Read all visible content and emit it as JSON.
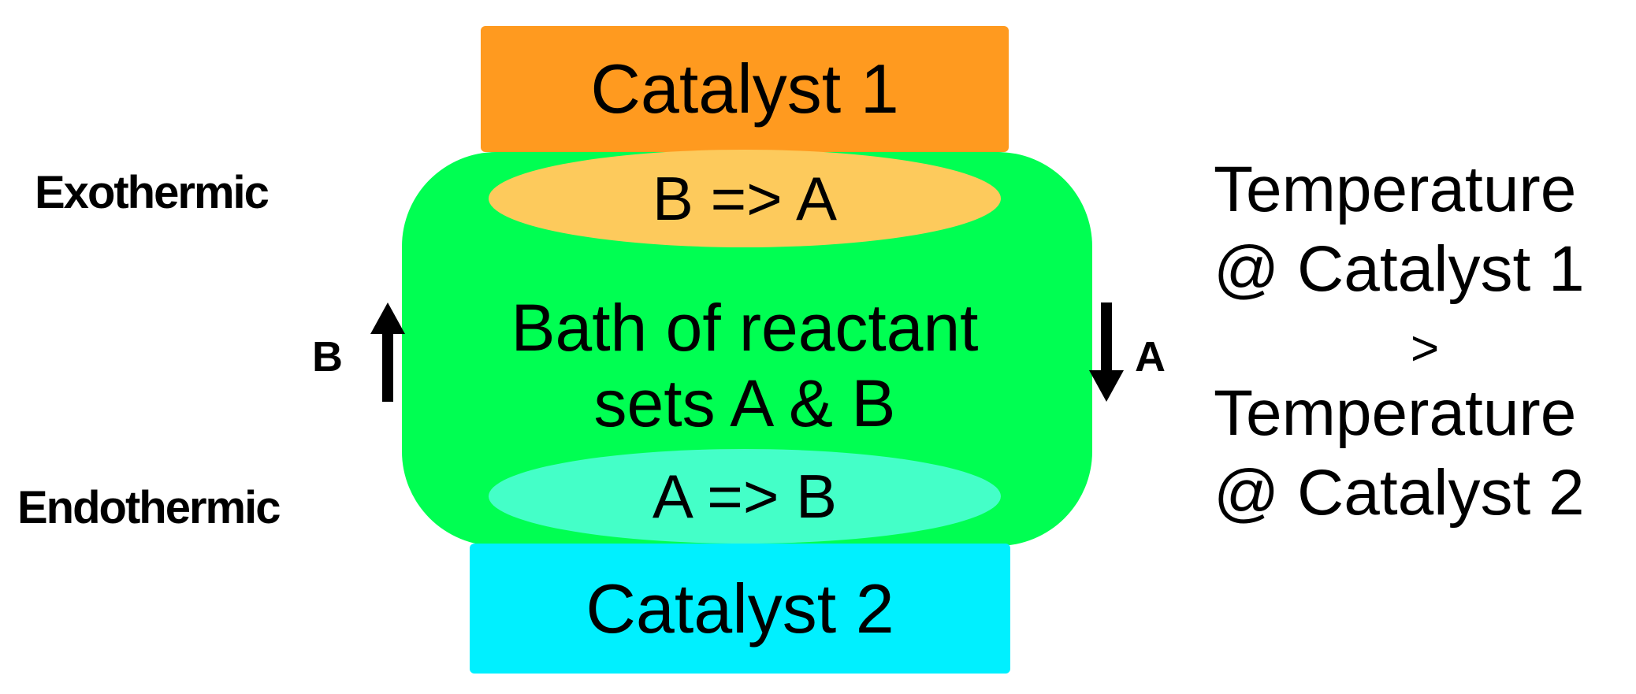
{
  "catalysts": {
    "top": "Catalyst 1",
    "bottom": "Catalyst 2"
  },
  "reactions": {
    "top": "B => A",
    "bottom": "A => B"
  },
  "bath": {
    "line1": "Bath of reactant",
    "line2": "sets A & B"
  },
  "side_labels": {
    "exothermic": "Exothermic",
    "endothermic": "Endothermic"
  },
  "flow_arrows": {
    "left_letter": "B",
    "right_letter": "A"
  },
  "temperature": {
    "line1": "Temperature",
    "line2": "@ Catalyst 1",
    "comparison": ">",
    "line3": "Temperature",
    "line4": "@ Catalyst 2"
  },
  "colors": {
    "catalyst_1": "#ff9a1f",
    "catalyst_2": "#00f0ff",
    "bath": "#00ff52",
    "exothermic_zone": "#fdca5c",
    "endothermic_zone": "#44ffc8"
  }
}
